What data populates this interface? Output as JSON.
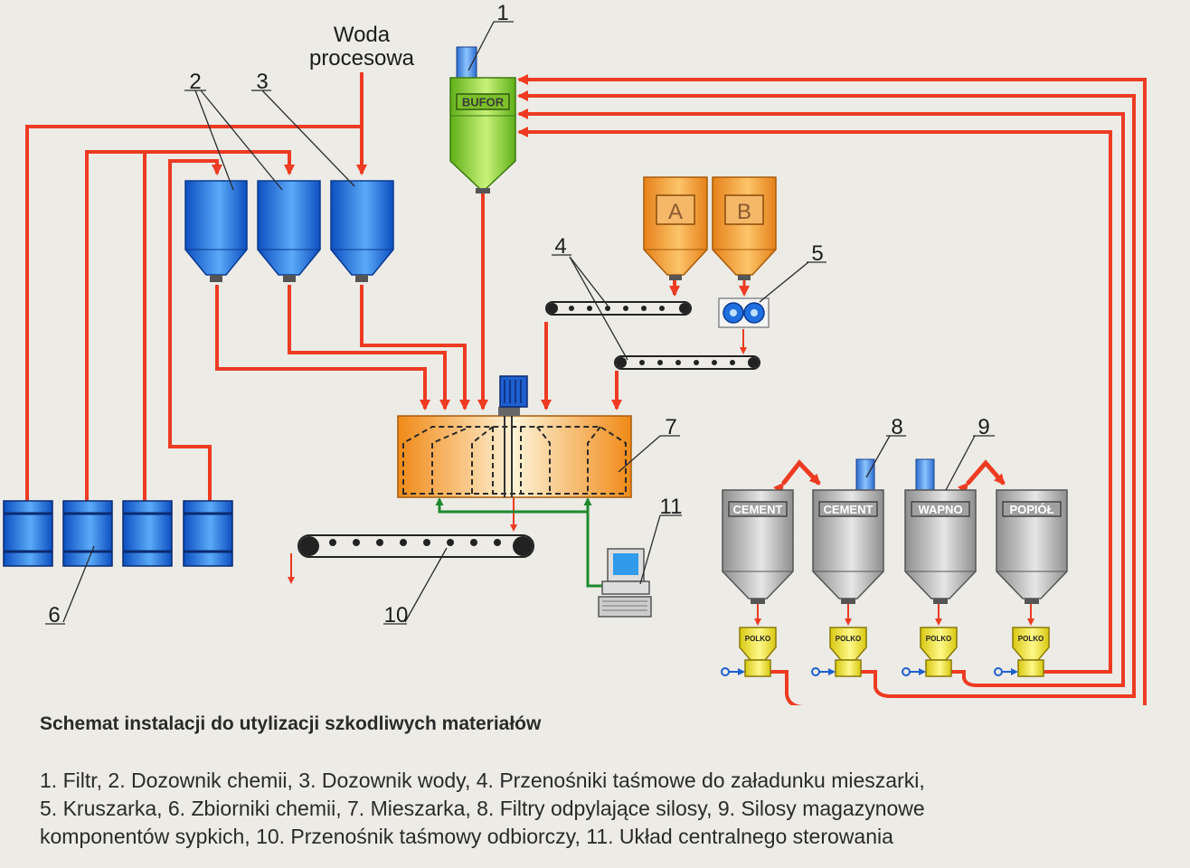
{
  "labels": {
    "water_line1": "Woda",
    "water_line2": "procesowa",
    "n1": "1",
    "n2": "2",
    "n3": "3",
    "n4": "4",
    "n5": "5",
    "n6": "6",
    "n7": "7",
    "n8": "8",
    "n9": "9",
    "n10": "10",
    "n11": "11",
    "bufor": "BUFOR",
    "hopper_a": "A",
    "hopper_b": "B",
    "silo1": "CEMENT",
    "silo2": "CEMENT",
    "silo3": "WAPNO",
    "silo4": "POPIÓŁ",
    "feeder": "POLKO"
  },
  "caption": {
    "title": "Schemat instalacji do utylizacji szkodliwych materiałów",
    "line1": "1. Filtr, 2. Dozownik chemii, 3. Dozownik wody, 4. Przenośniki taśmowe do załadunku mieszarki,",
    "line2": "5. Kruszarka, 6. Zbiorniki chemii, 7. Mieszarka, 8. Filtry odpylające silosy, 9. Silosy magazynowe",
    "line3": "komponentów sypkich, 10. Przenośnik taśmowy odbiorczy, 11. Układ centralnego sterowania"
  },
  "colors": {
    "pipe": "#ee3b22",
    "control": "#1e8a2e",
    "tank_blue": "#1a6fe0",
    "filter_green": "#8ad42a",
    "hopper_orange": "#f49a20",
    "mixer_orange": "#f6a526",
    "silo_gray": "#b8b8b8",
    "feeder_yellow": "#f2e62a"
  }
}
